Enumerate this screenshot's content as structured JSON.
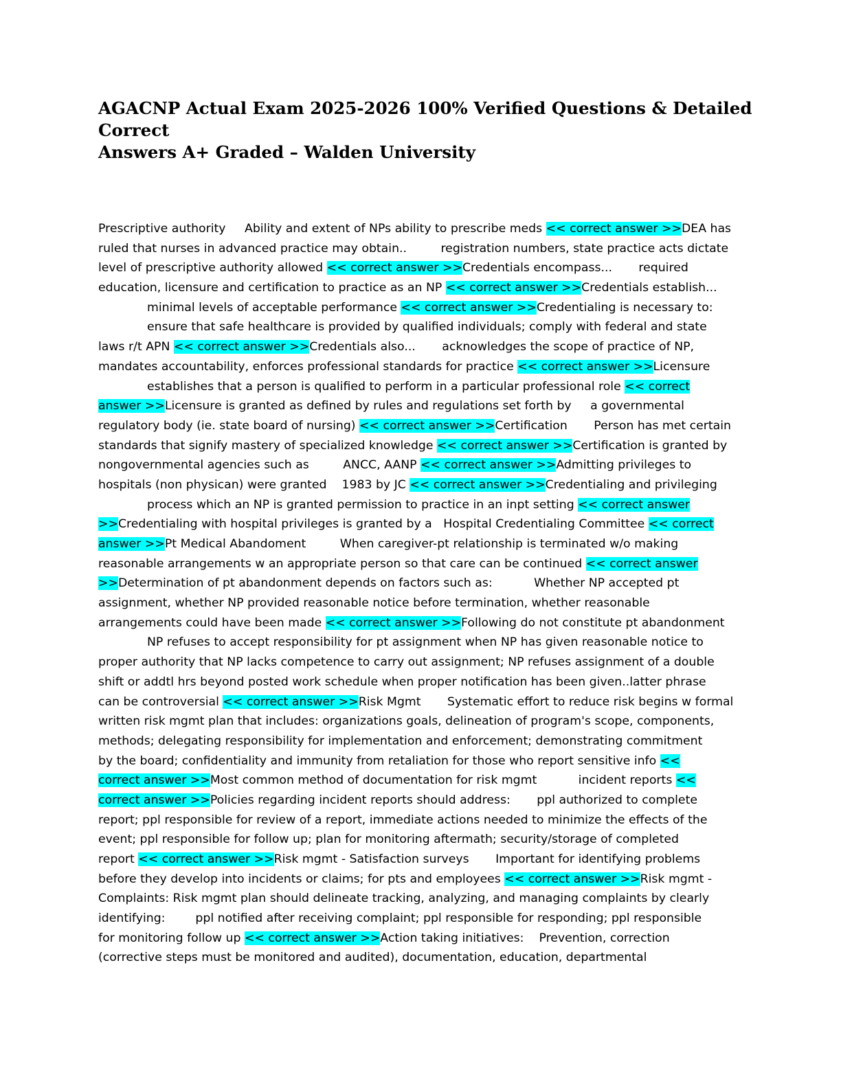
{
  "document": {
    "title_line1": "AGACNP Actual Exam 2025-2026 100% Verified Questions & Detailed Correct",
    "title_line2": "Answers A+ Graded – Walden University",
    "lines": [
      {
        "indent": false,
        "segments": [
          {
            "t": "Prescriptive authority     Ability and extent of NPs ability to prescribe meds "
          },
          {
            "t": "<< correct answer >>",
            "hl": true
          },
          {
            "t": "DEA has"
          }
        ]
      },
      {
        "indent": false,
        "segments": [
          {
            "t": "ruled that nurses in advanced practice may obtain..         registration numbers, state practice acts dictate"
          }
        ]
      },
      {
        "indent": false,
        "segments": [
          {
            "t": "level of prescriptive authority allowed "
          },
          {
            "t": "<< correct answer >>",
            "hl": true
          },
          {
            "t": "Credentials encompass...       required"
          }
        ]
      },
      {
        "indent": false,
        "segments": [
          {
            "t": "education, licensure and certification to practice as an NP "
          },
          {
            "t": "<< correct answer >>",
            "hl": true
          },
          {
            "t": "Credentials establish..."
          }
        ]
      },
      {
        "indent": true,
        "segments": [
          {
            "t": "minimal levels of acceptable performance "
          },
          {
            "t": "<< correct answer >>",
            "hl": true
          },
          {
            "t": "Credentialing is necessary to:"
          }
        ]
      },
      {
        "indent": true,
        "segments": [
          {
            "t": "ensure that safe healthcare is provided by qualified individuals; comply with federal and state"
          }
        ]
      },
      {
        "indent": false,
        "segments": [
          {
            "t": "laws r/t APN "
          },
          {
            "t": "<< correct answer >>",
            "hl": true
          },
          {
            "t": "Credentials also...       acknowledges the scope of practice of NP,"
          }
        ]
      },
      {
        "indent": false,
        "segments": [
          {
            "t": "mandates accountability, enforces professional standards for practice "
          },
          {
            "t": "<< correct answer >>",
            "hl": true
          },
          {
            "t": "Licensure"
          }
        ]
      },
      {
        "indent": true,
        "segments": [
          {
            "t": "establishes that a person is qualified to perform in a particular professional role "
          },
          {
            "t": "<< correct",
            "hl": true
          }
        ]
      },
      {
        "indent": false,
        "segments": [
          {
            "t": "answer >>",
            "hl": true
          },
          {
            "t": "Licensure is granted as defined by rules and regulations set forth by     a governmental"
          }
        ]
      },
      {
        "indent": false,
        "segments": [
          {
            "t": "regulatory body (ie. state board of nursing) "
          },
          {
            "t": "<< correct answer >>",
            "hl": true
          },
          {
            "t": "Certification       Person has met certain"
          }
        ]
      },
      {
        "indent": false,
        "segments": [
          {
            "t": "standards that signify mastery of specialized knowledge "
          },
          {
            "t": "<< correct answer >>",
            "hl": true
          },
          {
            "t": "Certification is granted by"
          }
        ]
      },
      {
        "indent": false,
        "segments": [
          {
            "t": "nongovernmental agencies such as         ANCC, AANP "
          },
          {
            "t": "<< correct answer >>",
            "hl": true
          },
          {
            "t": "Admitting privileges to"
          }
        ]
      },
      {
        "indent": false,
        "segments": [
          {
            "t": "hospitals (non physican) were granted    1983 by JC "
          },
          {
            "t": "<< correct answer >>",
            "hl": true
          },
          {
            "t": "Credentialing and privileging"
          }
        ]
      },
      {
        "indent": true,
        "segments": [
          {
            "t": "process which an NP is granted permission to practice in an inpt setting "
          },
          {
            "t": "<< correct answer",
            "hl": true
          }
        ]
      },
      {
        "indent": false,
        "segments": [
          {
            "t": ">>",
            "hl": true
          },
          {
            "t": "Credentialing with hospital privileges is granted by a   Hospital Credentialing Committee "
          },
          {
            "t": "<< correct",
            "hl": true
          }
        ]
      },
      {
        "indent": false,
        "segments": [
          {
            "t": "answer >>",
            "hl": true
          },
          {
            "t": "Pt Medical Abandoment         When caregiver-pt relationship is terminated w/o making"
          }
        ]
      },
      {
        "indent": false,
        "segments": [
          {
            "t": "reasonable arrangements w an appropriate person so that care can be continued "
          },
          {
            "t": "<< correct answer",
            "hl": true
          }
        ]
      },
      {
        "indent": false,
        "segments": [
          {
            "t": ">>",
            "hl": true
          },
          {
            "t": "Determination of pt abandonment depends on factors such as:           Whether NP accepted pt"
          }
        ]
      },
      {
        "indent": false,
        "segments": [
          {
            "t": "assignment, whether NP provided reasonable notice before termination, whether reasonable"
          }
        ]
      },
      {
        "indent": false,
        "segments": [
          {
            "t": "arrangements could have been made "
          },
          {
            "t": "<< correct answer >>",
            "hl": true
          },
          {
            "t": "Following do not constitute pt abandonment"
          }
        ]
      },
      {
        "indent": true,
        "segments": [
          {
            "t": "NP refuses to accept responsibility for pt assignment when NP has given reasonable notice to"
          }
        ]
      },
      {
        "indent": false,
        "segments": [
          {
            "t": "proper authority that NP lacks competence to carry out assignment; NP refuses assignment of a double"
          }
        ]
      },
      {
        "indent": false,
        "segments": [
          {
            "t": "shift or addtl hrs beyond posted work schedule when proper notification has been given..latter phrase"
          }
        ]
      },
      {
        "indent": false,
        "segments": [
          {
            "t": "can be controversial "
          },
          {
            "t": "<< correct answer >>",
            "hl": true
          },
          {
            "t": "Risk Mgmt       Systematic effort to reduce risk begins w formal"
          }
        ]
      },
      {
        "indent": false,
        "segments": [
          {
            "t": "written risk mgmt plan that includes: organizations goals, delineation of program's scope, components,"
          }
        ]
      },
      {
        "indent": false,
        "segments": [
          {
            "t": "methods; delegating responsibility for implementation and enforcement; demonstrating commitment"
          }
        ]
      },
      {
        "indent": false,
        "segments": [
          {
            "t": "by the board; confidentiality and immunity from retaliation for those who report sensitive info "
          },
          {
            "t": "<<",
            "hl": true
          }
        ]
      },
      {
        "indent": false,
        "segments": [
          {
            "t": "correct answer >>",
            "hl": true
          },
          {
            "t": "Most common method of documentation for risk mgmt           incident reports "
          },
          {
            "t": "<<",
            "hl": true
          }
        ]
      },
      {
        "indent": false,
        "segments": [
          {
            "t": "correct answer >>",
            "hl": true
          },
          {
            "t": "Policies regarding incident reports should address:       ppl authorized to complete"
          }
        ]
      },
      {
        "indent": false,
        "segments": [
          {
            "t": "report; ppl responsible for review of a report, immediate actions needed to minimize the effects of the"
          }
        ]
      },
      {
        "indent": false,
        "segments": [
          {
            "t": "event; ppl responsible for follow up; plan for monitoring aftermath; security/storage of completed"
          }
        ]
      },
      {
        "indent": false,
        "segments": [
          {
            "t": "report "
          },
          {
            "t": "<< correct answer >>",
            "hl": true
          },
          {
            "t": "Risk mgmt - Satisfaction surveys       Important for identifying problems"
          }
        ]
      },
      {
        "indent": false,
        "segments": [
          {
            "t": "before they develop into incidents or claims; for pts and employees "
          },
          {
            "t": "<< correct answer >>",
            "hl": true
          },
          {
            "t": "Risk mgmt -"
          }
        ]
      },
      {
        "indent": false,
        "segments": [
          {
            "t": "Complaints: Risk mgmt plan should delineate tracking, analyzing, and managing complaints by clearly"
          }
        ]
      },
      {
        "indent": false,
        "segments": [
          {
            "t": "identifying:        ppl notified after receiving complaint; ppl responsible for responding; ppl responsible"
          }
        ]
      },
      {
        "indent": false,
        "segments": [
          {
            "t": "for monitoring follow up "
          },
          {
            "t": "<< correct answer >>",
            "hl": true
          },
          {
            "t": "Action taking initiatives:    Prevention, correction"
          }
        ]
      },
      {
        "indent": false,
        "segments": [
          {
            "t": "(corrective steps must be monitored and audited), documentation, education, departmental"
          }
        ]
      }
    ],
    "highlight_color": "#00ffff"
  }
}
